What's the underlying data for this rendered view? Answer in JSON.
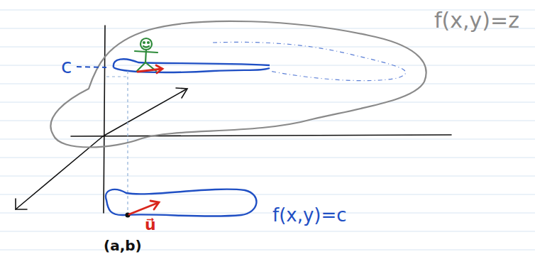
{
  "diagram": {
    "labels": [
      "f(x,y)=z",
      "c",
      "u⃗",
      "(a,b)",
      "f(x,y)=c"
    ]
  }
}
